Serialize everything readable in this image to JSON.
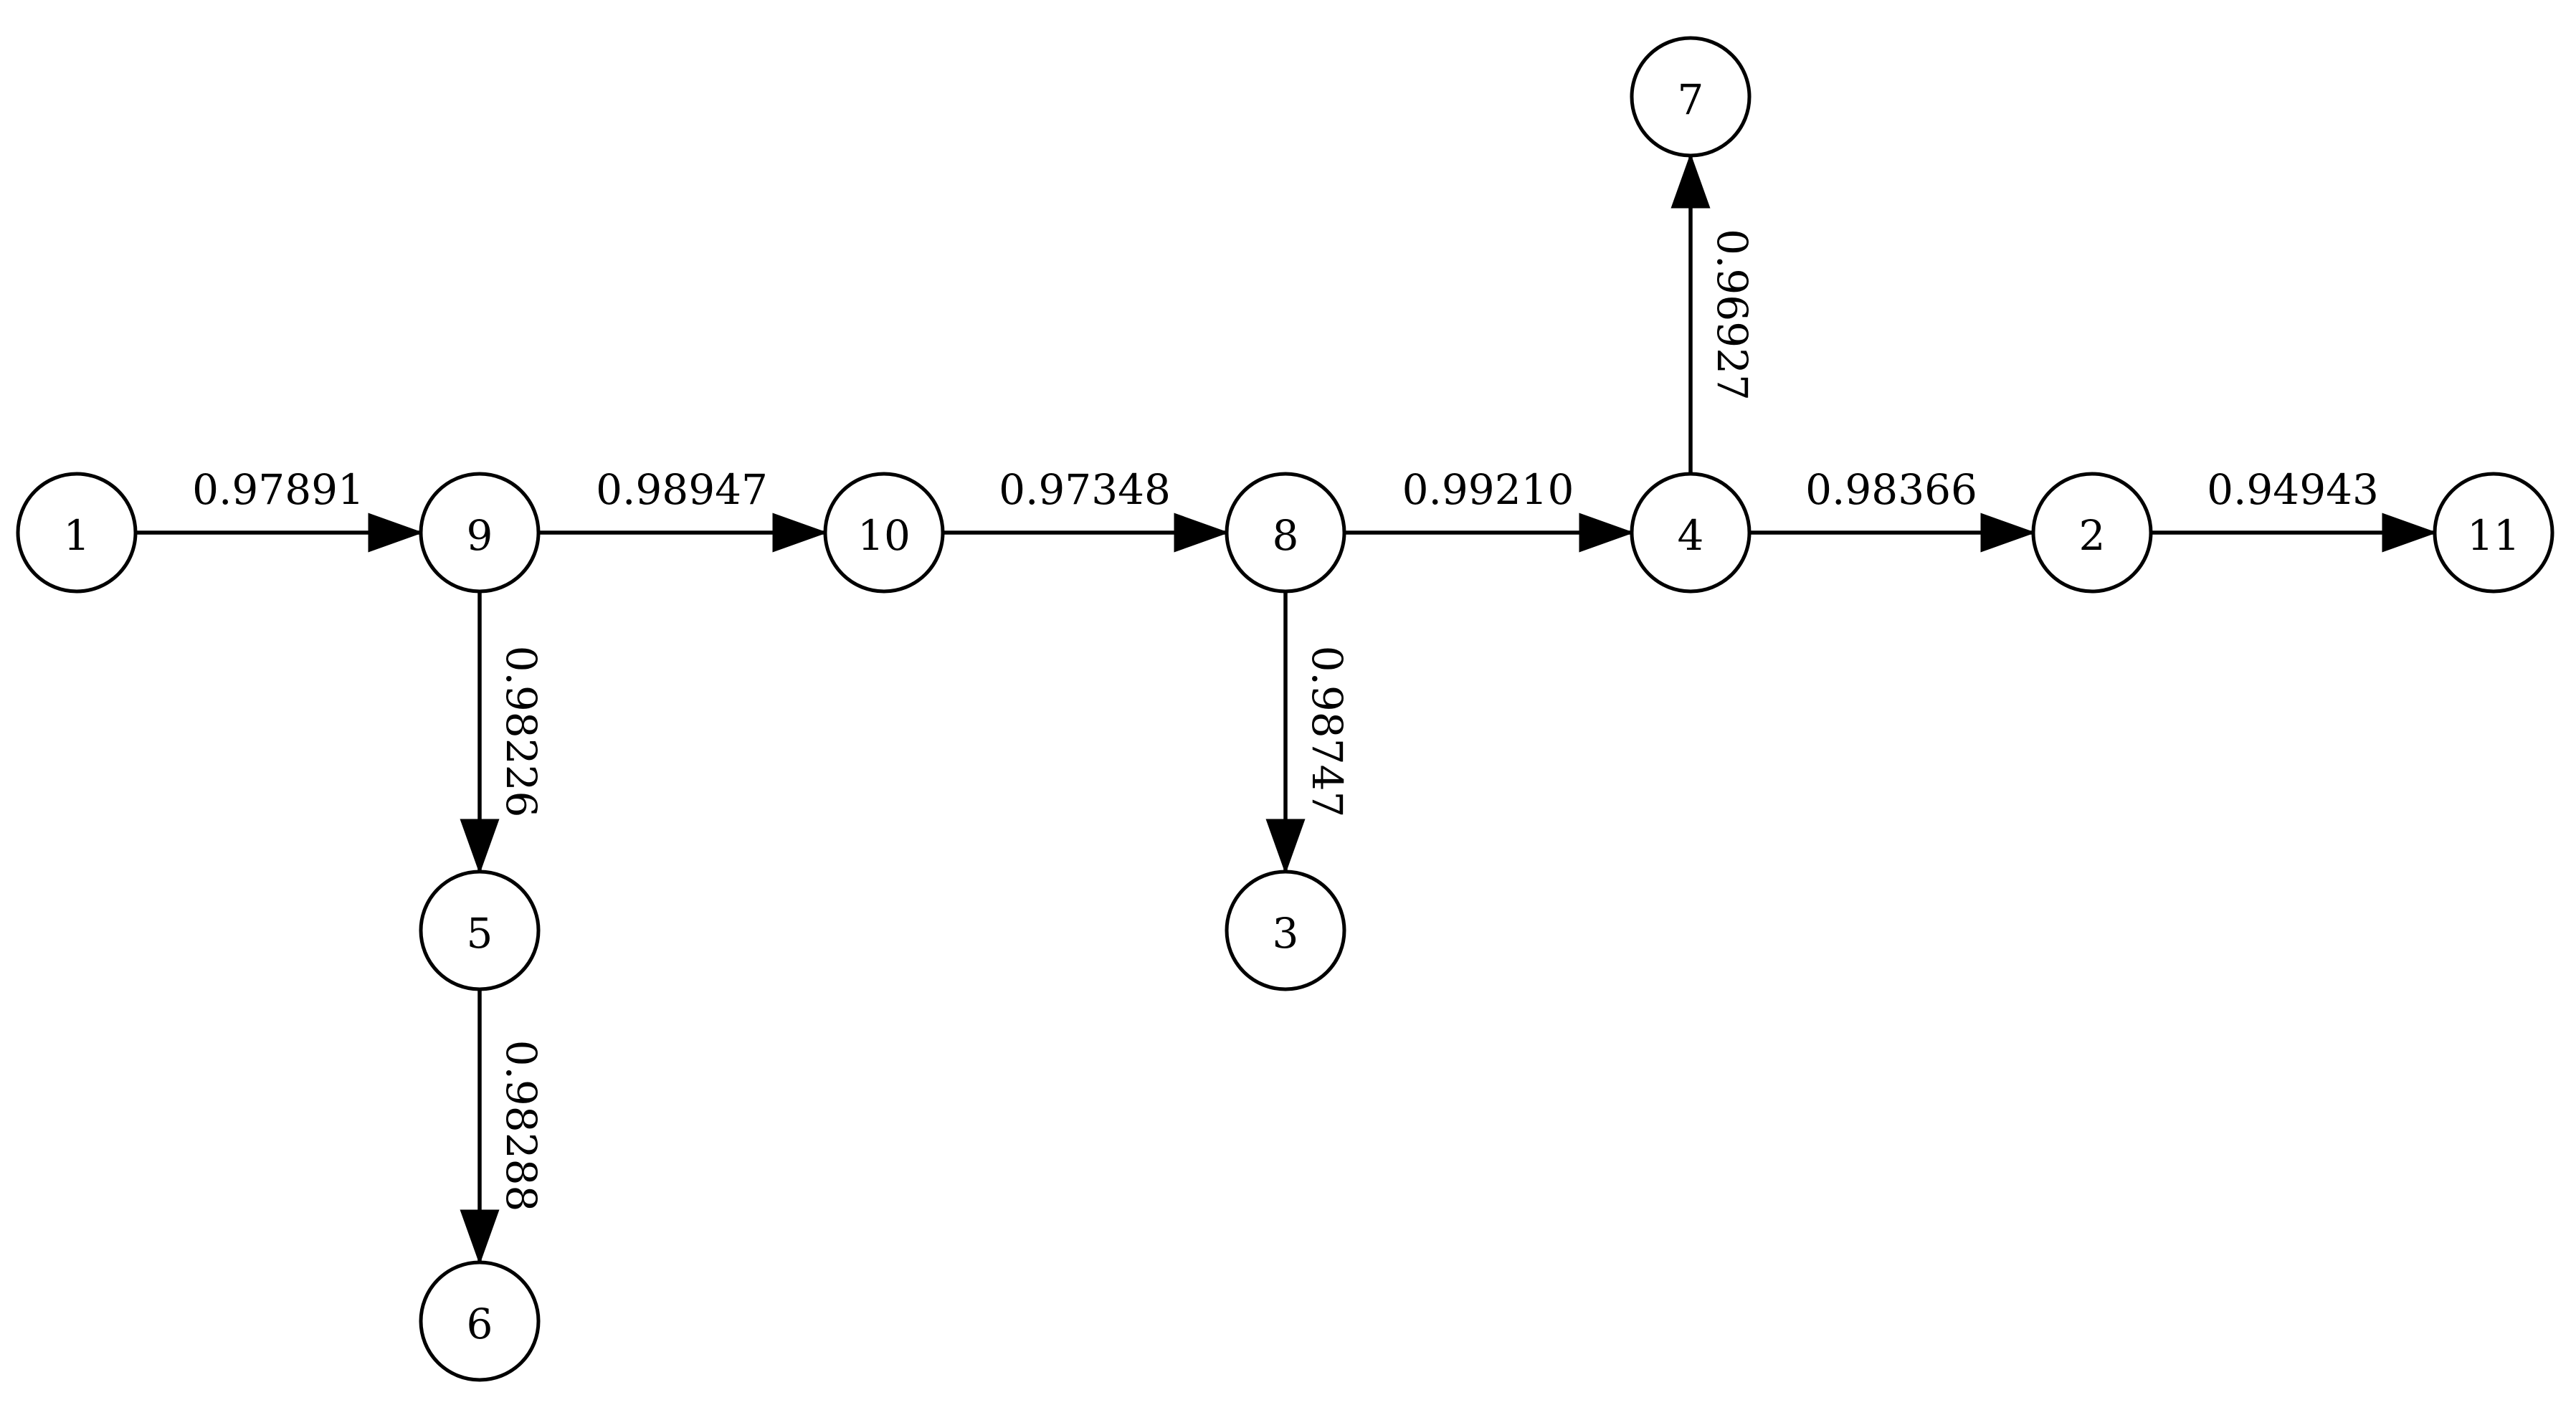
{
  "nodes": [
    {
      "id": "1",
      "label": "1"
    },
    {
      "id": "9",
      "label": "9"
    },
    {
      "id": "10",
      "label": "10"
    },
    {
      "id": "8",
      "label": "8"
    },
    {
      "id": "4",
      "label": "4"
    },
    {
      "id": "2",
      "label": "2"
    },
    {
      "id": "11",
      "label": "11"
    },
    {
      "id": "7",
      "label": "7"
    },
    {
      "id": "5",
      "label": "5"
    },
    {
      "id": "6",
      "label": "6"
    },
    {
      "id": "3",
      "label": "3"
    }
  ],
  "edges": [
    {
      "from": "1",
      "to": "9",
      "weight": "0.97891"
    },
    {
      "from": "9",
      "to": "10",
      "weight": "0.98947"
    },
    {
      "from": "10",
      "to": "8",
      "weight": "0.97348"
    },
    {
      "from": "8",
      "to": "4",
      "weight": "0.99210"
    },
    {
      "from": "4",
      "to": "2",
      "weight": "0.98366"
    },
    {
      "from": "2",
      "to": "11",
      "weight": "0.94943"
    },
    {
      "from": "4",
      "to": "7",
      "weight": "0.96927"
    },
    {
      "from": "9",
      "to": "5",
      "weight": "0.98226"
    },
    {
      "from": "5",
      "to": "6",
      "weight": "0.98288"
    },
    {
      "from": "8",
      "to": "3",
      "weight": "0.98747"
    }
  ],
  "colors": {
    "stroke": "#000000",
    "fill": "#ffffff"
  }
}
